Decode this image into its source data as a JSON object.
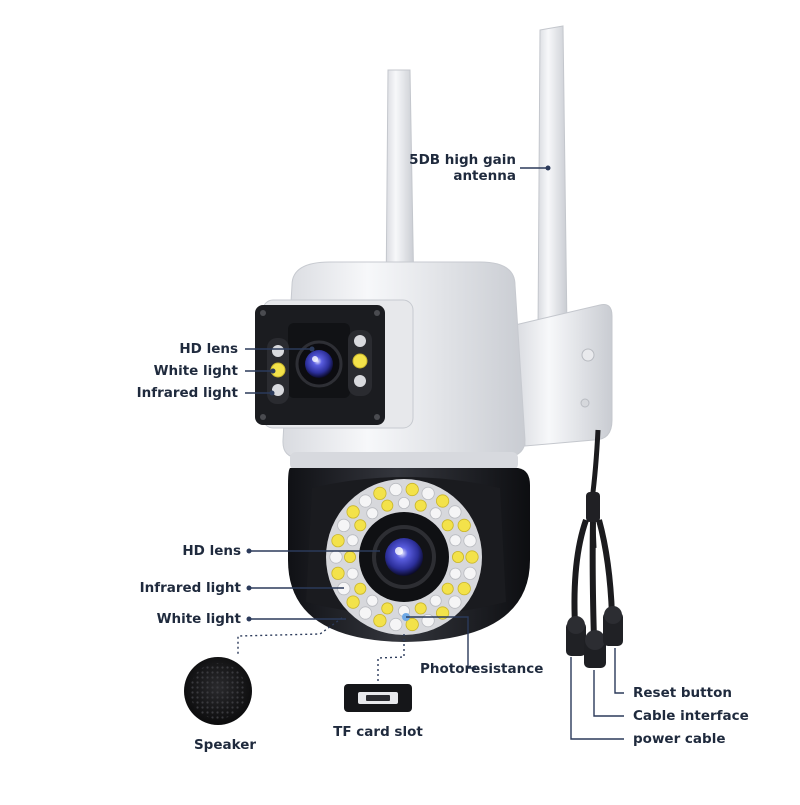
{
  "labels": {
    "antenna": [
      "5DB high gain",
      "antenna"
    ],
    "top_hd_lens": "HD lens",
    "top_white_light": "White light",
    "top_infrared_light": "Infrared light",
    "bottom_hd_lens": "HD lens",
    "bottom_infrared_light": "Infrared light",
    "bottom_white_light": "White light",
    "photoresistance": "Photoresistance",
    "speaker": "Speaker",
    "tf_card_slot": "TF card slot",
    "reset_button": "Reset button",
    "cable_interface": "Cable interface",
    "power_cable": "power cable"
  },
  "colors": {
    "label_text": "#1f2a3d",
    "leader_line": "#2b3a5a",
    "camera_white": "#f1f2f4",
    "camera_black": "#1c1d21",
    "lens_blue": "#3a3fb8",
    "white_led": "#f3e24a"
  }
}
